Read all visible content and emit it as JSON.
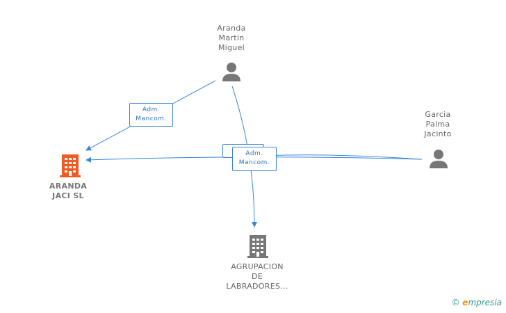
{
  "nodes": {
    "aranda_martin": {
      "label": "Aranda\nMartin\nMiguel",
      "icon": "person-icon"
    },
    "garcia_palma": {
      "label": "Garcia\nPalma\nJacinto",
      "icon": "person-icon"
    },
    "aranda_jaci": {
      "label": "ARANDA\nJACI SL",
      "icon": "building-icon",
      "color": "#ef5b25"
    },
    "agrupacion": {
      "label": "AGRUPACION\nDE\nLABRADORES...",
      "icon": "building-icon",
      "color": "#777777"
    }
  },
  "edges": {
    "e1": {
      "label": "Adm.\nMancom."
    },
    "e2_hidden": {
      "label": "C..."
    },
    "e3": {
      "label": "Adm.\nMancom."
    }
  },
  "colors": {
    "edge": "#3a86d8",
    "person": "#777777"
  },
  "brand": {
    "copyright": "©",
    "initial": "e",
    "rest": "mpresia"
  }
}
